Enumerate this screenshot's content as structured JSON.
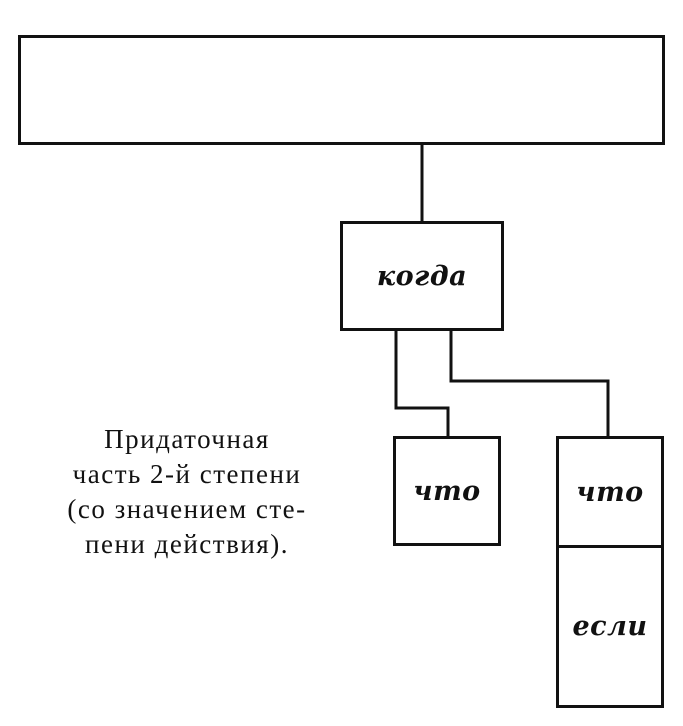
{
  "diagram": {
    "main_clause": {
      "label": ""
    },
    "first_degree": {
      "label": "когда"
    },
    "second_degree": [
      {
        "label": "что"
      },
      {
        "label": "что"
      },
      {
        "label": "если"
      }
    ],
    "note": {
      "text": "Придаточная\nчасть 2-й степени\n(со значением сте-\nпени действия)."
    },
    "line_color": "#111111"
  }
}
